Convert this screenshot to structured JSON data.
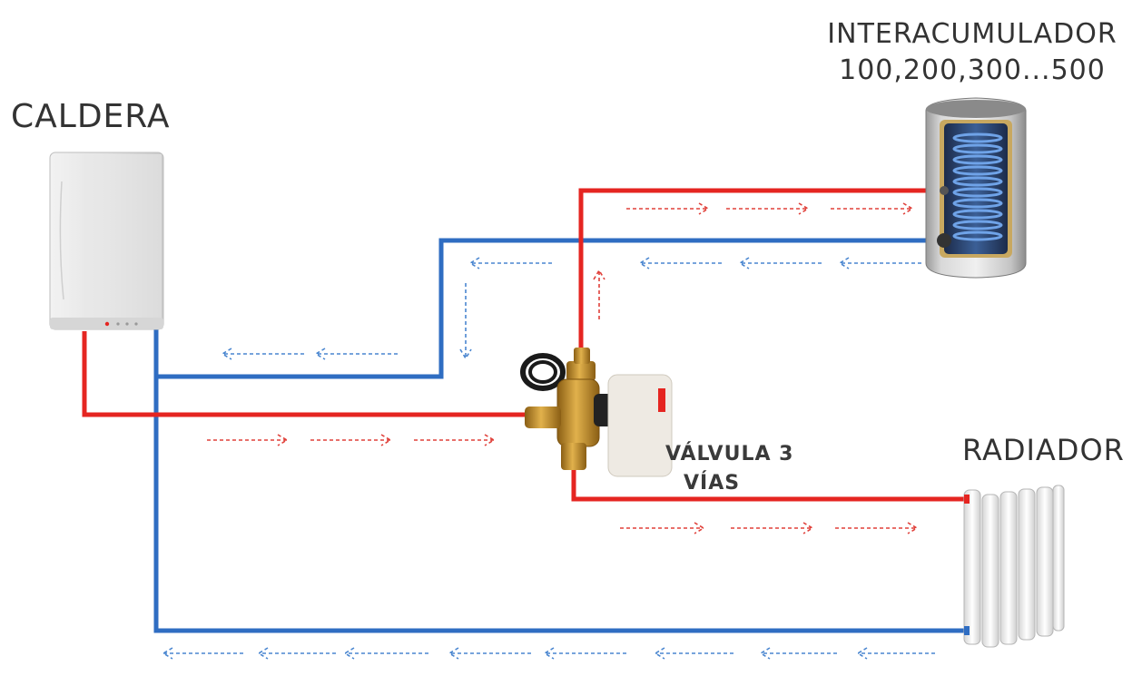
{
  "labels": {
    "caldera": "CALDERA",
    "tank_line1": "INTERACUMULADOR",
    "tank_line2": "100,200,300...500",
    "radiador": "RADIADOR",
    "valve_line1": "VÁLVULA 3",
    "valve_line2": "VÍAS"
  },
  "colors": {
    "hot_pipe": "#e52521",
    "cold_pipe": "#2f6dc2",
    "hot_arrow": "#e0403a",
    "cold_arrow": "#4a86d0",
    "label_text": "#333333"
  }
}
